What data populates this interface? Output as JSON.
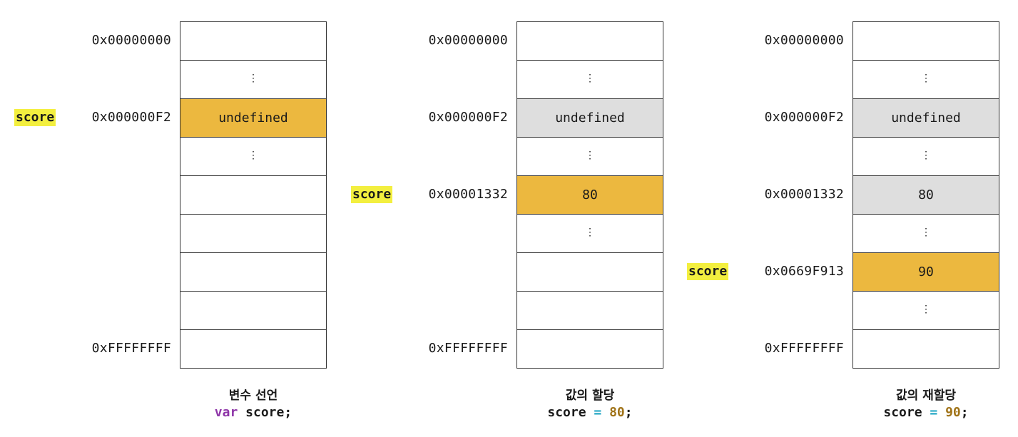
{
  "panels": [
    {
      "addresses": {
        "top": "0x00000000",
        "score_addr": "0x000000F2",
        "bottom": "0xFFFFFFFF"
      },
      "variable_label": "score",
      "cells": [
        "",
        "⋮",
        "undefined",
        "⋮",
        "",
        "",
        "",
        "",
        ""
      ],
      "caption_title": "변수 선언",
      "code": {
        "keyword": "var",
        "identifier": " score",
        "punct": ";"
      }
    },
    {
      "addresses": {
        "top": "0x00000000",
        "first": "0x000000F2",
        "score_addr": "0x00001332",
        "bottom": "0xFFFFFFFF"
      },
      "variable_label": "score",
      "cells": [
        "",
        "⋮",
        "undefined",
        "⋮",
        "80",
        "⋮",
        "",
        "",
        ""
      ],
      "caption_title": "값의 할당",
      "code": {
        "identifier": "score ",
        "operator": "=",
        "value": " 80",
        "punct": ";"
      }
    },
    {
      "addresses": {
        "top": "0x00000000",
        "first": "0x000000F2",
        "second": "0x00001332",
        "score_addr": "0x0669F913",
        "bottom": "0xFFFFFFFF"
      },
      "variable_label": "score",
      "cells": [
        "",
        "⋮",
        "undefined",
        "⋮",
        "80",
        "⋮",
        "90",
        "⋮",
        ""
      ],
      "caption_title": "값의 재할당",
      "code": {
        "identifier": "score ",
        "operator": "=",
        "value": " 90",
        "punct": ";"
      }
    }
  ]
}
